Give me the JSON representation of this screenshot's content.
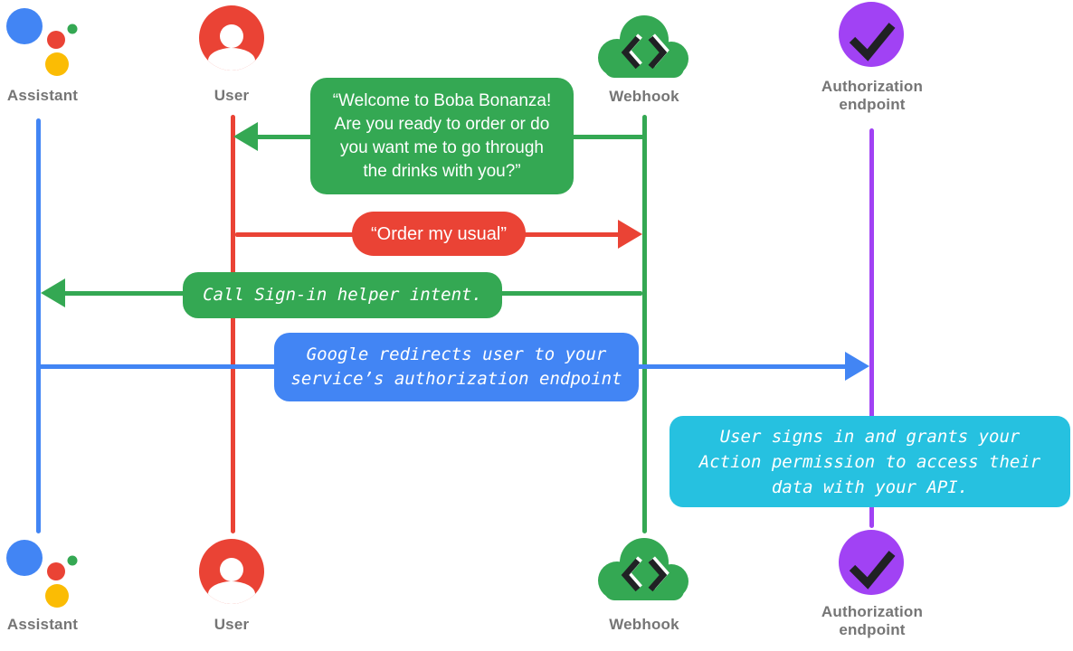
{
  "colors": {
    "assistant_blue": "#4285f4",
    "user_red": "#ea4335",
    "webhook_green": "#34a853",
    "auth_purple": "#a142f4",
    "note_cyan": "#26c1e0",
    "assistant_yellow": "#fbbc04",
    "label_gray": "#757575",
    "glyph_dark": "#202124"
  },
  "actors": [
    {
      "id": "assistant",
      "label": "Assistant",
      "icon": "google-assistant-icon"
    },
    {
      "id": "user",
      "label": "User",
      "icon": "user-icon"
    },
    {
      "id": "webhook",
      "label": "Webhook",
      "icon": "webhook-cloud-icon"
    },
    {
      "id": "authorization-endpoint",
      "label": "Authorization endpoint",
      "icon": "checkmark-icon"
    }
  ],
  "messages": [
    {
      "from": "webhook",
      "to": "user",
      "style": "speech",
      "color": "#34a853",
      "text": "“Welcome to Boba Bonanza!\nAre you ready to order or do\nyou want me to go through\nthe drinks with you?”"
    },
    {
      "from": "user",
      "to": "webhook",
      "style": "speech",
      "color": "#ea4335",
      "text": "“Order my usual”"
    },
    {
      "from": "webhook",
      "to": "assistant",
      "style": "code",
      "color": "#34a853",
      "text": "Call Sign-in helper intent."
    },
    {
      "from": "assistant",
      "to": "authorization-endpoint",
      "style": "code",
      "color": "#4285f4",
      "text": "Google redirects user to your\nservice’s authorization endpoint"
    },
    {
      "at": "authorization-endpoint",
      "style": "note",
      "color": "#26c1e0",
      "text": "User signs in and grants your\nAction permission to access their\ndata with your API."
    }
  ]
}
